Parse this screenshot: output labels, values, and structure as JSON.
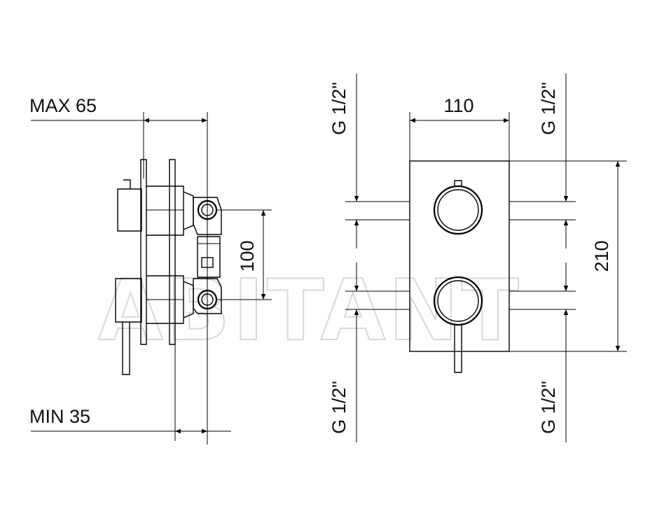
{
  "watermark": "ABITANT",
  "side_view": {
    "max_label": "MAX 65",
    "min_label": "MIN 35",
    "spacing_label": "100"
  },
  "front_view": {
    "width_label": "110",
    "height_label": "210",
    "thread_top_left": "G 1/2\"",
    "thread_top_right": "G 1/2\"",
    "thread_bottom_left": "G 1/2\"",
    "thread_bottom_right": "G 1/2\""
  }
}
